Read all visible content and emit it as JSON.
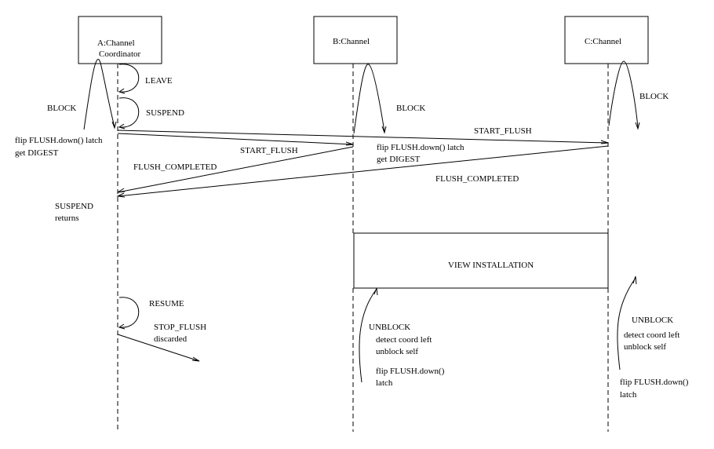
{
  "diagram": {
    "type": "sequence-diagram",
    "participants": [
      {
        "id": "A",
        "label_line1": "A:Channel",
        "label_line2": "Coordinator"
      },
      {
        "id": "B",
        "label_line1": "B:Channel"
      },
      {
        "id": "C",
        "label_line1": "C:Channel"
      }
    ],
    "self_messages": {
      "leave": "LEAVE",
      "suspend": "SUSPEND",
      "resume": "RESUME"
    },
    "block_labels": {
      "a": "BLOCK",
      "b": "BLOCK",
      "c": "BLOCK"
    },
    "messages": {
      "start_flush_b": "START_FLUSH",
      "start_flush_c": "START_FLUSH",
      "flush_completed_b": "FLUSH_COMPLETED",
      "flush_completed_c": "FLUSH_COMPLETED",
      "stop_flush_line1": "STOP_FLUSH",
      "stop_flush_line2": "discarded"
    },
    "notes": {
      "a_flip_line1": "flip FLUSH.down() latch",
      "a_flip_line2": "get DIGEST",
      "b_flip_line1": "flip FLUSH.down() latch",
      "b_flip_line2": "get DIGEST",
      "suspend_returns_line1": "SUSPEND",
      "suspend_returns_line2": "returns",
      "view_installation": "VIEW INSTALLATION",
      "b_unblock": "UNBLOCK",
      "b_unblock_detail1": "detect coord left",
      "b_unblock_detail2": "unblock self",
      "b_latch_line1": "flip FLUSH.down()",
      "b_latch_line2": "latch",
      "c_unblock": "UNBLOCK",
      "c_unblock_detail1": "detect coord left",
      "c_unblock_detail2": "unblock self",
      "c_latch_line1": "flip FLUSH.down()",
      "c_latch_line2": "latch"
    }
  }
}
